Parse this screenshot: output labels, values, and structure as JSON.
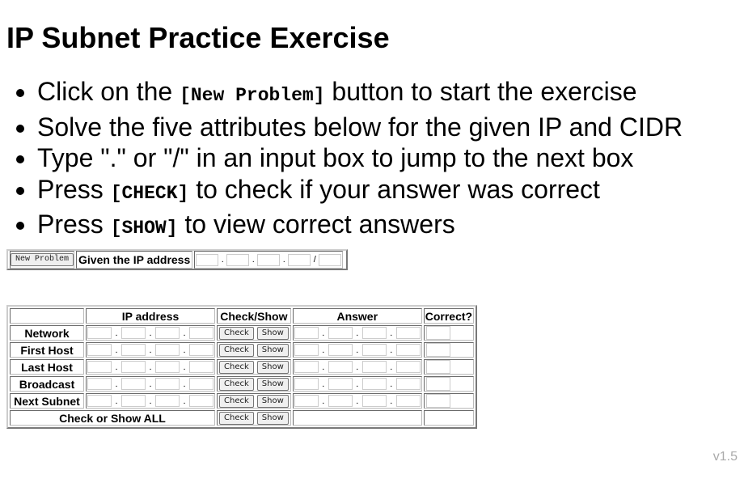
{
  "title": "IP Subnet Practice Exercise",
  "instructions": [
    {
      "pre": "Click on the ",
      "kw": "[New Problem]",
      "post": " button to start the exercise"
    },
    {
      "pre": "Solve the five attributes below for the given IP and CIDR",
      "kw": "",
      "post": ""
    },
    {
      "pre": "Type \".\" or \"/\" in an input box to jump to the next box",
      "kw": "",
      "post": ""
    },
    {
      "pre": "Press ",
      "kw": "[CHECK]",
      "post": " to check if your answer was correct"
    },
    {
      "pre": "Press ",
      "kw": "[SHOW]",
      "post": " to view correct answers"
    }
  ],
  "given": {
    "new_problem_label": "New Problem",
    "label": "Given the IP address",
    "separators": [
      ".",
      ".",
      ".",
      "/"
    ]
  },
  "table": {
    "headers": [
      "",
      "IP address",
      "Check/Show",
      "Answer",
      "Correct?"
    ],
    "rows": [
      "Network",
      "First Host",
      "Last Host",
      "Broadcast",
      "Next Subnet"
    ],
    "check_label": "Check",
    "show_label": "Show",
    "dot": ".",
    "all_label": "Check or Show ALL"
  },
  "version": "v1.5"
}
